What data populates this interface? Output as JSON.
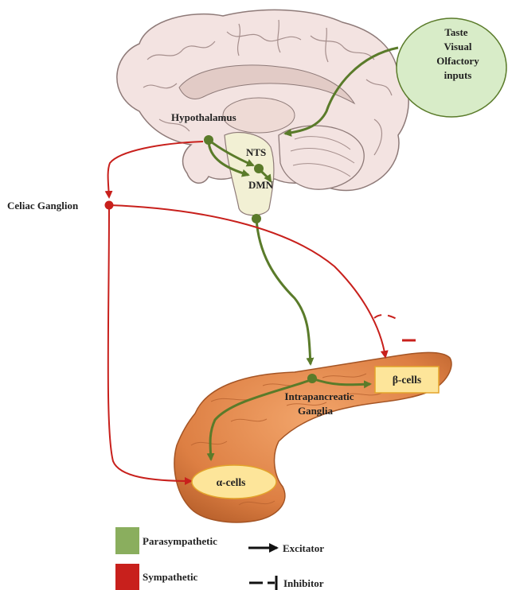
{
  "labels": {
    "inputs": [
      "Taste",
      "Visual",
      "Olfactory",
      "inputs"
    ],
    "hypothalamus": "Hypothalamus",
    "nts": "NTS",
    "dmn": "DMN",
    "celiac": "Celiac Ganglion",
    "intrapancreatic": [
      "Intrapancreatic",
      "Ganglia"
    ],
    "beta": "β-cells",
    "alpha": "α-cells"
  },
  "legend": {
    "parasympathetic": "Parasympathetic",
    "sympathetic": "Sympathetic",
    "excitatory": "Excitator",
    "inhibitory": "Inhibitor"
  },
  "colors": {
    "parasympathetic": "#5a7b2a",
    "parasympathetic_swatch": "#8aae5e",
    "sympathetic": "#c8201c",
    "brain_fill": "#f3e3e1",
    "brain_stroke": "#8e7a78",
    "pancreas_fill": "#e58c4f",
    "cell_box": "#fde59a",
    "input_circle": "#d8ecc8"
  }
}
